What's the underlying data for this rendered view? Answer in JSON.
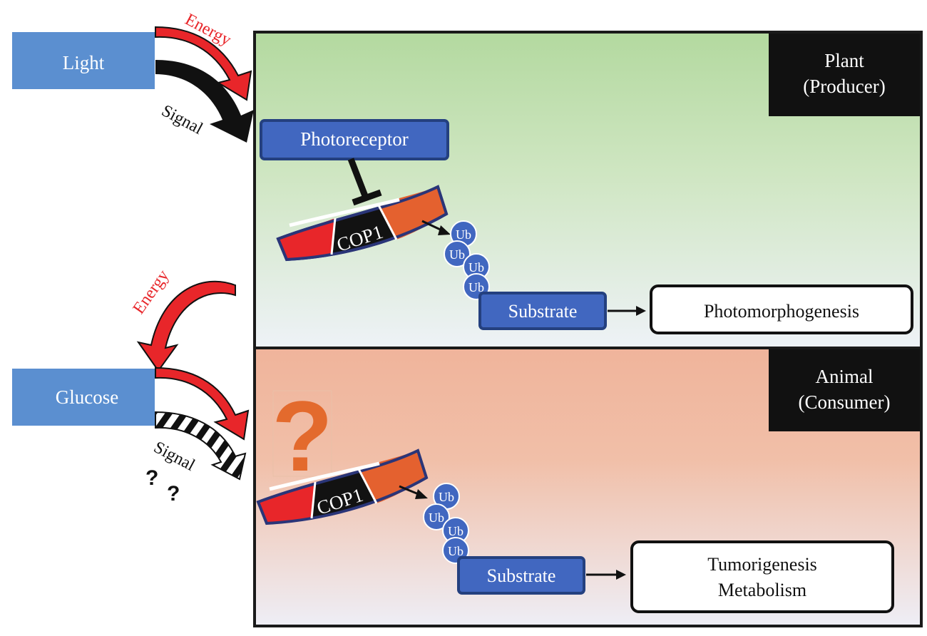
{
  "source": {
    "light_label": "Light",
    "glucose_label": "Glucose"
  },
  "arrows": {
    "energy_label": "Energy",
    "signal_label": "Signal",
    "unknown_marks": "?"
  },
  "plant_panel": {
    "tag_line1": "Plant",
    "tag_line2": "(Producer)",
    "photoreceptor_label": "Photoreceptor",
    "cop1_label": "COP1",
    "ubiquitin_label": "Ub",
    "substrate_label": "Substrate",
    "outcome_label": "Photomorphogenesis"
  },
  "animal_panel": {
    "tag_line1": "Animal",
    "tag_line2": "(Consumer)",
    "cop1_label": "COP1",
    "ubiquitin_label": "Ub",
    "substrate_label": "Substrate",
    "outcome_line1": "Tumorigenesis",
    "outcome_line2": "Metabolism",
    "unknown_regulator_mark": "?"
  },
  "colors": {
    "source_box": "#5b8fd0",
    "protein_box": "#4167c0",
    "protein_border": "#24407f",
    "energy_arrow": "#e8262a",
    "signal_arrow": "#111111",
    "cop1_left": "#e8262a",
    "cop1_middle": "#121212",
    "cop1_right": "#e4612f",
    "cop1_outline": "#2a3578",
    "plant_top": "#b3d99f",
    "plant_bottom": "#edf1f6",
    "animal_top": "#efb399",
    "animal_bottom": "#eeeef6",
    "question_mark": "#e36a2d"
  }
}
